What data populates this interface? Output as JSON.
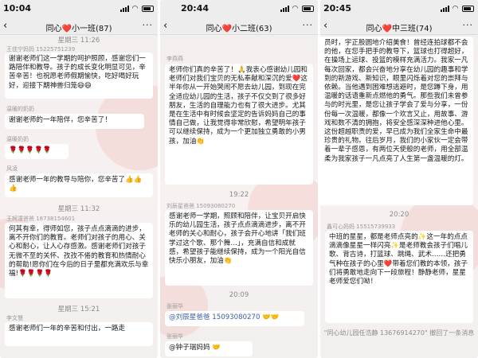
{
  "screens": [
    {
      "status_time": "10:04",
      "back": "‹",
      "title": "同心❤️小一班(87)",
      "more": "···",
      "items": [
        {
          "kind": "ts",
          "text": "星期三 11:26"
        },
        {
          "kind": "sender",
          "text": "王佳宁妈妈 15225751239"
        },
        {
          "kind": "msg",
          "text": "谢谢老师们这一学期的呵护照顾，感谢您们一路陪伴和教导。孩子的成长变化明显可见，辛苦辛苦！也祝愿老师假期愉快，吃好喝好玩好，迎接下期神兽归笼😄😄"
        },
        {
          "kind": "sender",
          "text": "温暖的奶奶"
        },
        {
          "kind": "msg",
          "text": "谢谢老师的一年陪伴，您辛苦了！"
        },
        {
          "kind": "sender",
          "text": "温暖奶奶"
        },
        {
          "kind": "msg",
          "text": "🌹🌹🌹🌹🌹"
        },
        {
          "kind": "sender",
          "text": "风凌"
        },
        {
          "kind": "msg",
          "text": "感谢老师一年的教导与陪你，您辛苦了👍👍👍"
        },
        {
          "kind": "ts",
          "text": "星期三 11:32"
        },
        {
          "kind": "sender",
          "text": "王柯潼爸爸 18738154601"
        },
        {
          "kind": "msg",
          "text": "何其有幸，得师如您，孩子点点滴滴的进步，离不开你们的教育。老师们对孩子的用心、关心和耐心，让人心存感激。感谢老师们对孩子无微不至的关怀、孜孜不倦的教育和热情耐心的帮助!愿你们在今后的日子里都充满欢乐与幸福!🌹🌹🌹🌹"
        },
        {
          "kind": "ts",
          "text": "星期三 15:21"
        },
        {
          "kind": "sender",
          "text": "李文慧"
        },
        {
          "kind": "msg",
          "text": "感谢老师们一年的辛苦和付出，一路走"
        }
      ]
    },
    {
      "status_time": "20:44",
      "back": "‹",
      "title": "同心❤️小二班(63)",
      "more": "···",
      "items": [
        {
          "kind": "sender",
          "text": "李燕燕"
        },
        {
          "kind": "msg",
          "text": "老师你们真的辛苦了！🙏我衷心感谢幼儿园和老师们对我们宝贝的无私奉献和深沉的爱❤️这半年你从一开始哭闹不愿去幼儿园，到现在完全适应幼儿园的生活，孩子不仅交到了很多好朋友，生活的自理能力也有了很大进步。尤其是在生活中有时候会坚定的告诉妈妈自己的事情自己做，让我觉得非常欣慰，希望明年孩子可以继续保持，成为一个更加独立勇敢的小男孩，加油👏"
        },
        {
          "kind": "ts",
          "text": "19:22"
        },
        {
          "kind": "sender",
          "text": "刘辰星爸爸 15093080270"
        },
        {
          "kind": "msg",
          "text": "感谢老师一学期，照顾和陪伴，让宝贝开启快乐的幼儿园生活，孩子点点滴滴进步，离不开老师的关心和耐心，孩子会开心地讲「我们班学过这个歌、那个舞…」，充满自信和成就感，希望孩子能继续保持，成为一个阳光自信快乐小朋友，加油👏"
        },
        {
          "kind": "ts",
          "text": "20:09"
        },
        {
          "kind": "sender",
          "text": "张丽华"
        },
        {
          "kind": "msg",
          "text": "@刘辰星爸爸 15093080270 🤝🤝"
        },
        {
          "kind": "sender",
          "text": "张丽华"
        },
        {
          "kind": "msg",
          "text": "@钟子瑞妈妈 🤝"
        }
      ]
    },
    {
      "status_time": "20:45",
      "back": "‹",
      "title": "同心❤️中三班(74)",
      "more": "···",
      "items": [
        {
          "kind": "msg",
          "text": "员时，宇正股圆地介绍美食！曾经连拍球都不会的他，在您手把手的教导下，篮球也打得超好，在操场上运球、投篮的模样充满活力。我家一凡每次回家，都会兴奋地分享在幼儿园的趣事和学到的新游戏、新知识，眼里闪烁着对您的崇拜与依赖。当他遇到困难想逃避时，是您蹲下身，用温暖的话语重新点燃他的勇气。那些我们未曾参与的时光里，是您让孩子学会了爱与分享，一份份每一次温暖，都像一个欢言又止，用故事、游戏和数不清的拥抱，将安全感深深种进他心里。这份超越职责的爱，早已成为我们全家生命中最珍贵的礼物。往后岁月，我们的小家伙一定会带着一辈子感恩，有两位天使般的老师，用全部温柔为我家孩子一凡点亮了人生第一盏温暖的灯。"
        },
        {
          "kind": "ts",
          "text": "20:20"
        },
        {
          "kind": "sender",
          "text": "鑫可心妈妈 15515739933"
        },
        {
          "kind": "msg",
          "text": "中班的星星，都是老师点亮的✨这一年的点点滴滴像星星一样闪亮✨是老师教会孩子们唱儿歌、背古诗，打篮球、跳绳、武术……还把勇气种在孩子的心里❤️带着您们教的本领，孩子们将勇敢地走向下一段旅程！静静老师，星星老师爱您们呦！"
        },
        {
          "kind": "notice",
          "text": "\"同心幼儿园任浩静 13676914270\" 撤回了一条消息"
        }
      ]
    }
  ]
}
